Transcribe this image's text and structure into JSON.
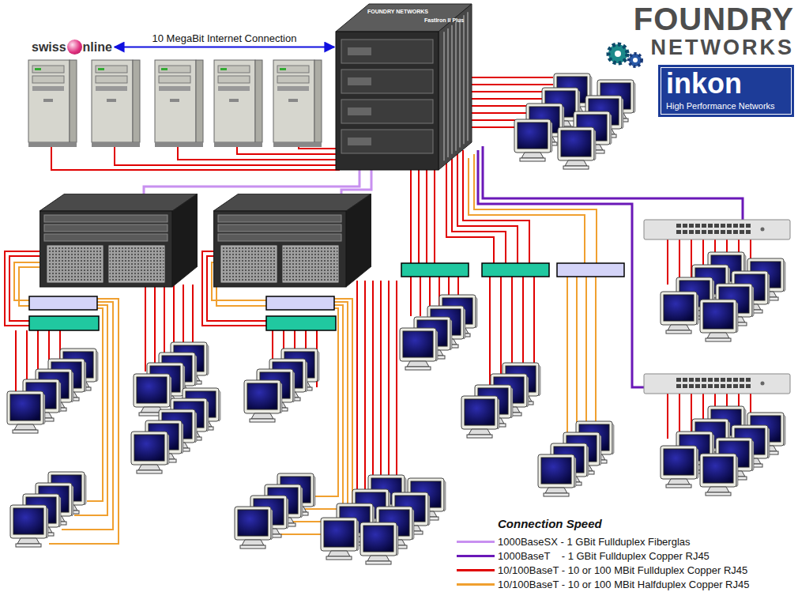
{
  "diagram": {
    "nodes": [
      {
        "text": [
          "swiss",
          "nline"
        ]
      },
      {
        "text": [
          "FOUNDRY NETWORKS",
          "FastIron II Plus"
        ]
      },
      {
        "text": [
          "FOUNDRY NETWORKS"
        ]
      },
      {
        "text": [
          "inkon",
          "High Performance Networks"
        ]
      }
    ],
    "edges": [
      {
        "from": 0,
        "to": 1,
        "arrow": "both",
        "label": "10 MegaBit Internet Connection"
      }
    ],
    "labels": [
      "Connection Speed"
    ],
    "legend": [
      {
        "text": "1000BaseSX - 1 GBit Fullduplex Fiberglas",
        "color": "#c890f0"
      },
      {
        "text": "1000BaseT    - 1 GBit Fullduplex Copper RJ45",
        "color": "#6a18b8"
      },
      {
        "text": "10/100BaseT - 10 or 100 MBit Fullduplex Copper RJ45",
        "color": "#e00000"
      },
      {
        "text": "10/100BaseT - 10 or 100 MBit Halfduplex Copper RJ45",
        "color": "#f0a030"
      }
    ]
  }
}
